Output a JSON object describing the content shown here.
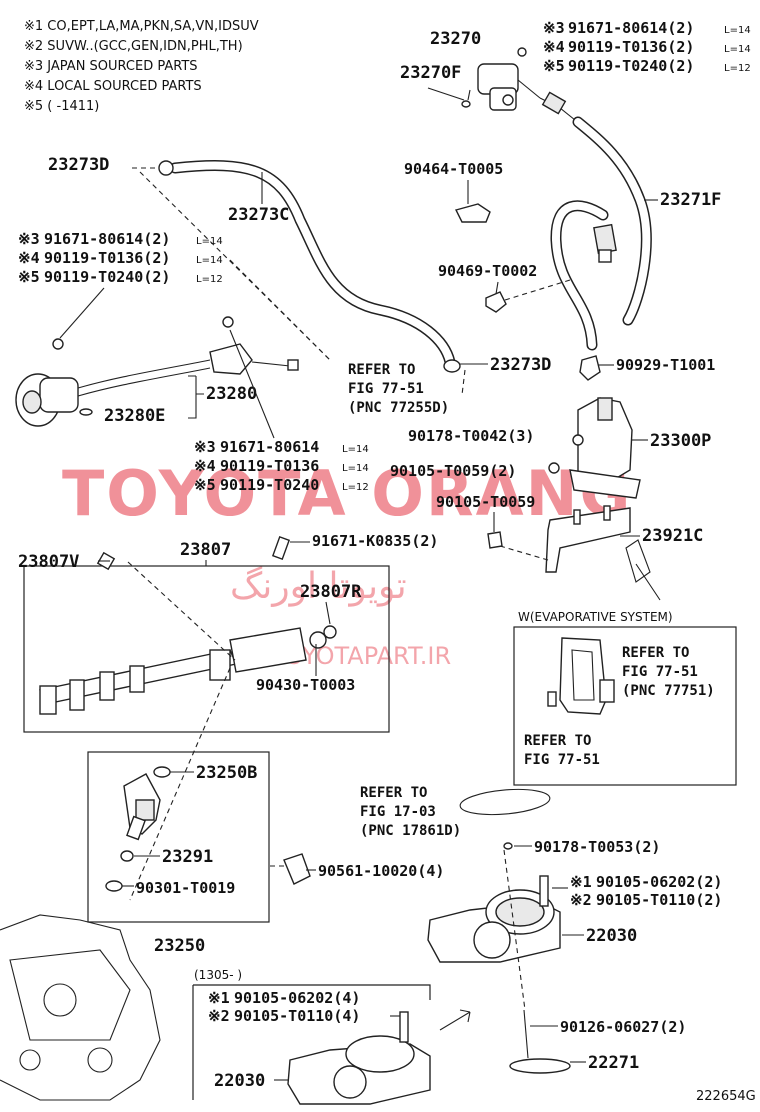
{
  "notes": [
    "※1 CO,EPT,LA,MA,PKN,SA,VN,IDSUV",
    "※2 SUVW..(GCC,GEN,IDN,PHL,TH)",
    "※3 JAPAN SOURCED PARTS",
    "※4 LOCAL SOURCED PARTS",
    "※5 (      -1411)"
  ],
  "labels": {
    "p23270": "23270",
    "p23270f": "23270F",
    "p23273d_top": "23273D",
    "p23273c": "23273C",
    "p90464": "90464-T0005",
    "p23271f": "23271F",
    "p90469": "90469-T0002",
    "p23273d_mid": "23273D",
    "p90929": "90929-T1001",
    "p23280": "23280",
    "p23280e": "23280E",
    "p90178_t0042": "90178-T0042(3)",
    "p23300p": "23300P",
    "p90105_t0059_2": "90105-T0059(2)",
    "p90105_t0059": "90105-T0059",
    "p23921c": "23921C",
    "p23807v": "23807V",
    "p23807": "23807",
    "p91671_k0835": "91671-K0835(2)",
    "p23807r": "23807R",
    "p90430": "90430-T0003",
    "p23250b": "23250B",
    "p23291": "23291",
    "p90301": "90301-T0019",
    "p90561": "90561-10020(4)",
    "p23250": "23250",
    "p90178_t0053": "90178-T0053(2)",
    "p22030_right": "22030",
    "p90126": "90126-06027(2)",
    "p22271": "22271",
    "p22030_bottom": "22030"
  },
  "bolt_group_top_right": [
    {
      "mark": "※3",
      "pn": "91671-80614(2)",
      "len": "L=14"
    },
    {
      "mark": "※4",
      "pn": "90119-T0136(2)",
      "len": "L=14"
    },
    {
      "mark": "※5",
      "pn": "90119-T0240(2)",
      "len": "L=12"
    }
  ],
  "bolt_group_left": [
    {
      "mark": "※3",
      "pn": "91671-80614(2)",
      "len": "L=14"
    },
    {
      "mark": "※4",
      "pn": "90119-T0136(2)",
      "len": "L=14"
    },
    {
      "mark": "※5",
      "pn": "90119-T0240(2)",
      "len": "L=12"
    }
  ],
  "bolt_group_mid": [
    {
      "mark": "※3",
      "pn": "91671-80614",
      "len": "L=14"
    },
    {
      "mark": "※4",
      "pn": "90119-T0136",
      "len": "L=14"
    },
    {
      "mark": "※5",
      "pn": "90119-T0240",
      "len": "L=12"
    }
  ],
  "bolt_group_throttle": [
    {
      "mark": "※1",
      "pn": "90105-06202(2)"
    },
    {
      "mark": "※2",
      "pn": "90105-T0110(2)"
    }
  ],
  "bolt_group_bottom": [
    {
      "mark": "※1",
      "pn": "90105-06202(4)"
    },
    {
      "mark": "※2",
      "pn": "90105-T0110(4)"
    }
  ],
  "refs": {
    "ref1": [
      "REFER TO",
      "FIG 77-51",
      "(PNC 77255D)"
    ],
    "ref2": [
      "REFER TO",
      "FIG 77-51",
      "(PNC 77751)"
    ],
    "ref3": [
      "REFER TO",
      "FIG 77-51"
    ],
    "ref4": [
      "REFER TO",
      "FIG 17-03",
      "(PNC 17861D)"
    ]
  },
  "evap_box_title": "W(EVAPORATIVE SYSTEM)",
  "bottom_range": "(1305-      )",
  "figure_id": "222654G",
  "watermark": {
    "brand": "TOYOTA ORANG",
    "persian": "تویوتا اورنگ",
    "site": "TOYOTAPART.IR"
  }
}
